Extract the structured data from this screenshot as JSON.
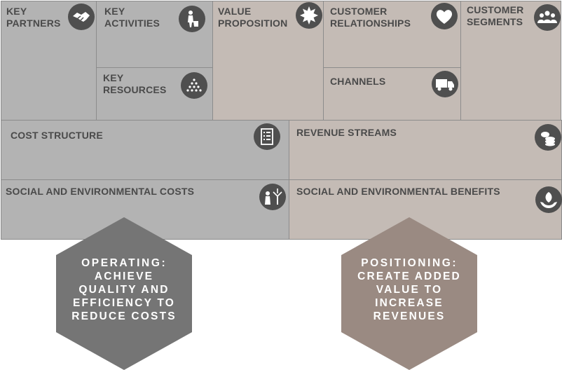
{
  "colors": {
    "grey_panel": "#b3b3b3",
    "tan_panel": "#c4bbb5",
    "icon_bg": "#4f4f4f",
    "hex_operating": "#757575",
    "hex_positioning": "#9a8a82"
  },
  "canvas": {
    "key_partners": {
      "label": "KEY\nPARTNERS",
      "icon": "handshake-icon"
    },
    "key_activities": {
      "label": "KEY\nACTIVITIES",
      "icon": "worker-icon"
    },
    "key_resources": {
      "label": "KEY\nRESOURCES",
      "icon": "dots-pyramid-icon"
    },
    "value_proposition": {
      "label": "VALUE\nPROPOSITION",
      "icon": "starburst-icon"
    },
    "customer_relationships": {
      "label": "CUSTOMER\nRELATIONSHIPS",
      "icon": "heart-icon"
    },
    "channels": {
      "label": "CHANNELS",
      "icon": "truck-icon"
    },
    "customer_segments": {
      "label": "CUSTOMER\nSEGMENTS",
      "icon": "people-icon"
    },
    "cost_structure": {
      "label": "COST STRUCTURE",
      "icon": "checklist-icon"
    },
    "revenue_streams": {
      "label": "REVENUE STREAMS",
      "icon": "coins-icon"
    },
    "social_env_costs": {
      "label": "SOCIAL AND ENVIRONMENTAL COSTS",
      "icon": "person-tree-icon"
    },
    "social_env_benefits": {
      "label": "SOCIAL AND ENVIRONMENTAL BENEFITS",
      "icon": "hand-leaf-icon"
    }
  },
  "hexagons": {
    "operating": {
      "title": "OPERATING",
      "sep": ":",
      "body": "ACHIEVE\nQUALITY AND\nEFFICIENCY TO\nREDUCE COSTS"
    },
    "positioning": {
      "title": "POSITIONING",
      "sep": ":",
      "body": "CREATE ADDED\nVALUE TO\nINCREASE\nREVENUES"
    }
  }
}
